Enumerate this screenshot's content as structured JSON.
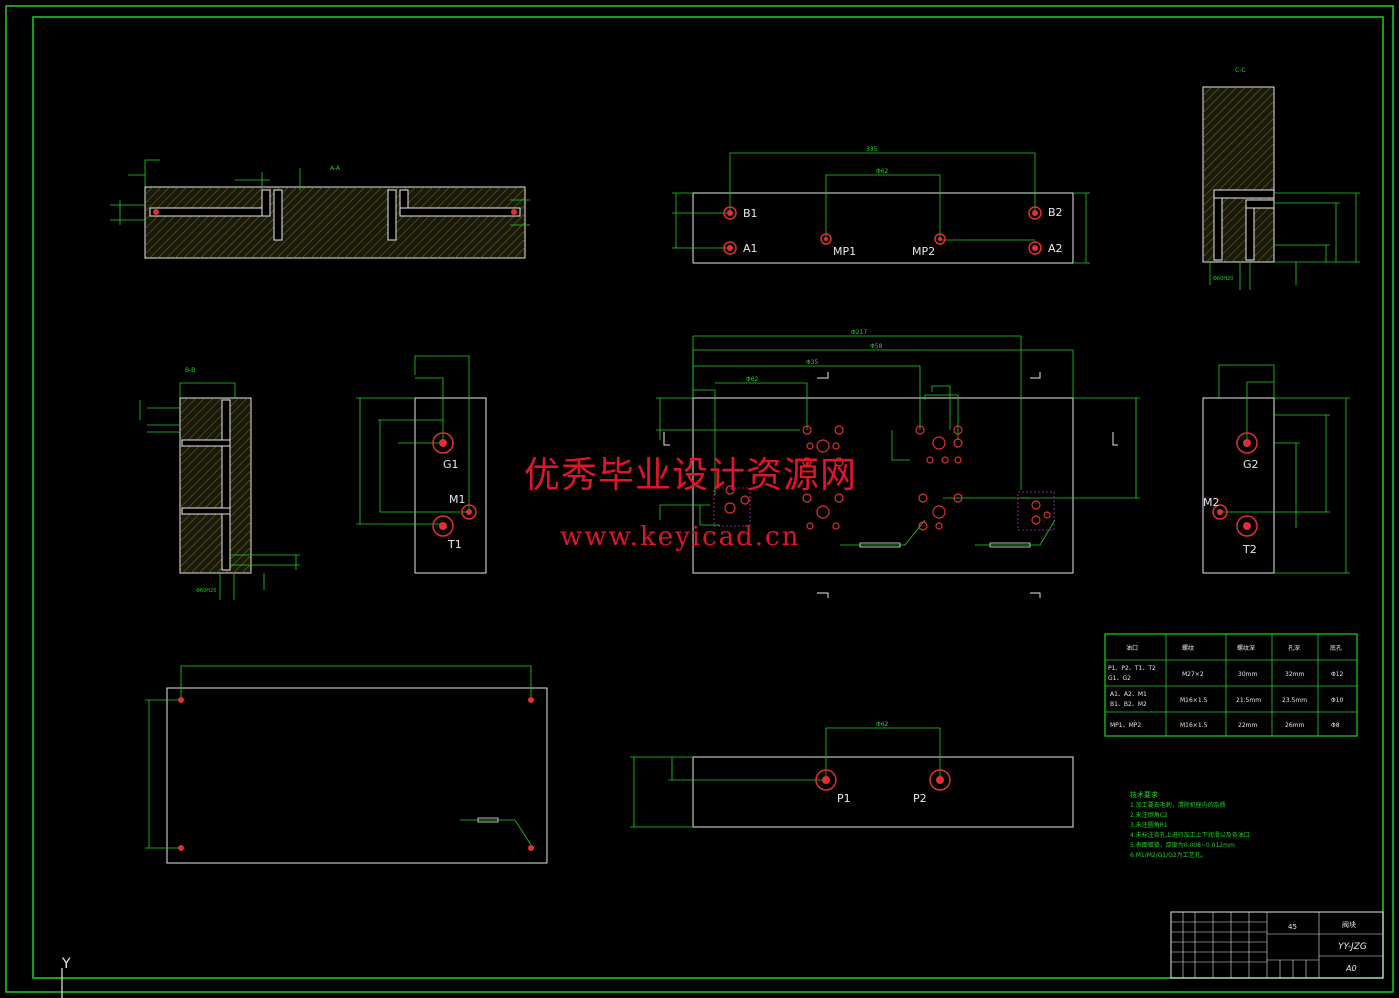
{
  "colors": {
    "background": "#000000",
    "frame": "#22cc22",
    "outline": "#e8e8e8",
    "dimension": "#1fd31f",
    "hatch": "#8a7a3a",
    "port": "#e03030",
    "label_text": "#e8e8e8",
    "watermark": "#e0142a"
  },
  "watermark": {
    "chinese": "优秀毕业设计资源网",
    "url": "www.keyicad.cn"
  },
  "axis_icon": {
    "label": "Y"
  },
  "port_labels": {
    "b1": "B1",
    "a1": "A1",
    "mp1": "MP1",
    "mp2": "MP2",
    "b2": "B2",
    "a2": "A2",
    "g1": "G1",
    "m1": "M1",
    "t1": "T1",
    "g2": "G2",
    "m2": "M2",
    "t2": "T2",
    "p1": "P1",
    "p2": "P2"
  },
  "port_table": {
    "headers": [
      "油口",
      "螺纹",
      "螺纹深",
      "孔深",
      "底孔"
    ],
    "rows": [
      [
        "P1、P2、T1、T2\nG1、G2",
        "M27×2",
        "30mm",
        "32mm",
        "Φ12"
      ],
      [
        "A1、A2、M1\nB1、B2、M2",
        "M16×1.5",
        "21.5mm",
        "23.5mm",
        "Φ10"
      ],
      [
        "MP1、MP2",
        "M16×1.5",
        "22mm",
        "26mm",
        "Φ8"
      ]
    ]
  },
  "tech_notes": {
    "title": "技术要求",
    "items": [
      "1.加工要去毛刺，清除机座内的杂质",
      "2.未注倒角C2",
      "3.未注圆角R1",
      "4.未标注各孔上进行加工上下润滑以及各油口",
      "5.表面镀铬，厚度为0.008~0.012mm",
      "6.M1/M2/G1/G2为工艺孔。"
    ]
  },
  "title_block": {
    "material": "45",
    "part_name": "阀块",
    "drawing_no": "YY-JZG",
    "scale": "A0"
  }
}
